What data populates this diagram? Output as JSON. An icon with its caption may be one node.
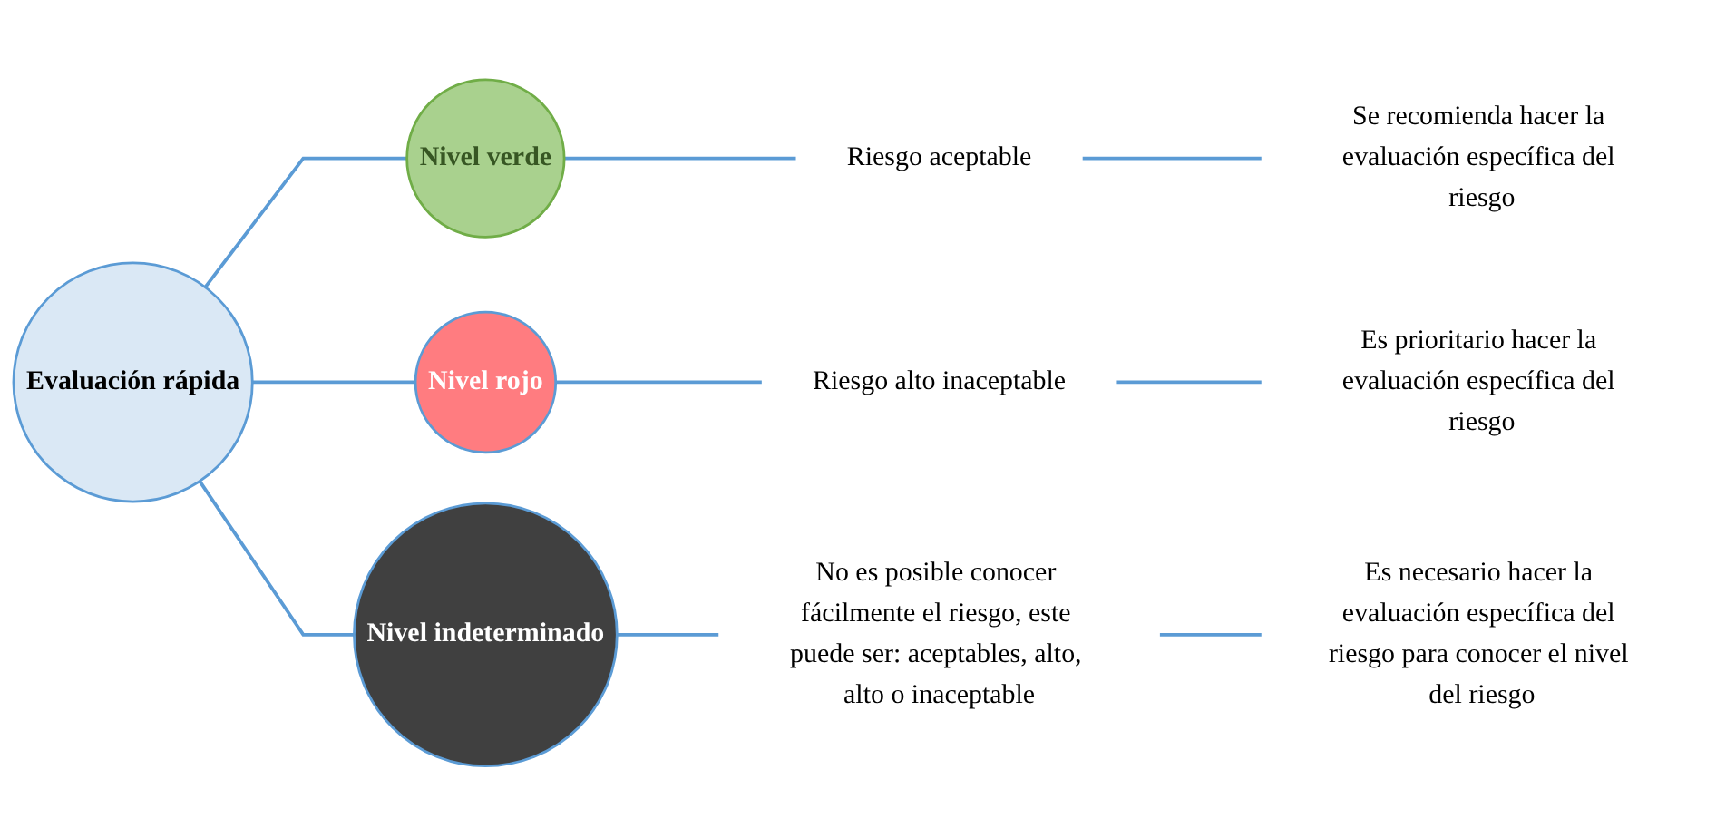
{
  "diagram": {
    "nodes": [
      {
        "text": [
          "Evaluación rápida"
        ]
      },
      {
        "text": [
          "Nivel verde"
        ]
      },
      {
        "text": [
          "Riesgo aceptable"
        ]
      },
      {
        "text": [
          "Se recomienda hacer la evaluación específica del riesgo"
        ]
      },
      {
        "text": [
          "Nivel rojo"
        ]
      },
      {
        "text": [
          "Riesgo alto inaceptable"
        ]
      },
      {
        "text": [
          "Es prioritario hacer la evaluación específica del riesgo"
        ]
      },
      {
        "text": [
          "Nivel indeterminado"
        ]
      },
      {
        "text": [
          "No es posible conocer fácilmente el riesgo, este puede ser: aceptables, alto, alto o inaceptable"
        ]
      },
      {
        "text": [
          "Es necesario hacer la evaluación específica del riesgo para conocer el nivel del riesgo"
        ]
      }
    ],
    "edges": [
      {
        "from": 0,
        "to": 1,
        "arrow": "none"
      },
      {
        "from": 0,
        "to": 4,
        "arrow": "none"
      },
      {
        "from": 0,
        "to": 7,
        "arrow": "none"
      },
      {
        "from": 1,
        "to": 2,
        "arrow": "none"
      },
      {
        "from": 2,
        "to": 3,
        "arrow": "none"
      },
      {
        "from": 4,
        "to": 5,
        "arrow": "none"
      },
      {
        "from": 5,
        "to": 6,
        "arrow": "none"
      },
      {
        "from": 7,
        "to": 8,
        "arrow": "none"
      },
      {
        "from": 8,
        "to": 9,
        "arrow": "none"
      }
    ]
  }
}
